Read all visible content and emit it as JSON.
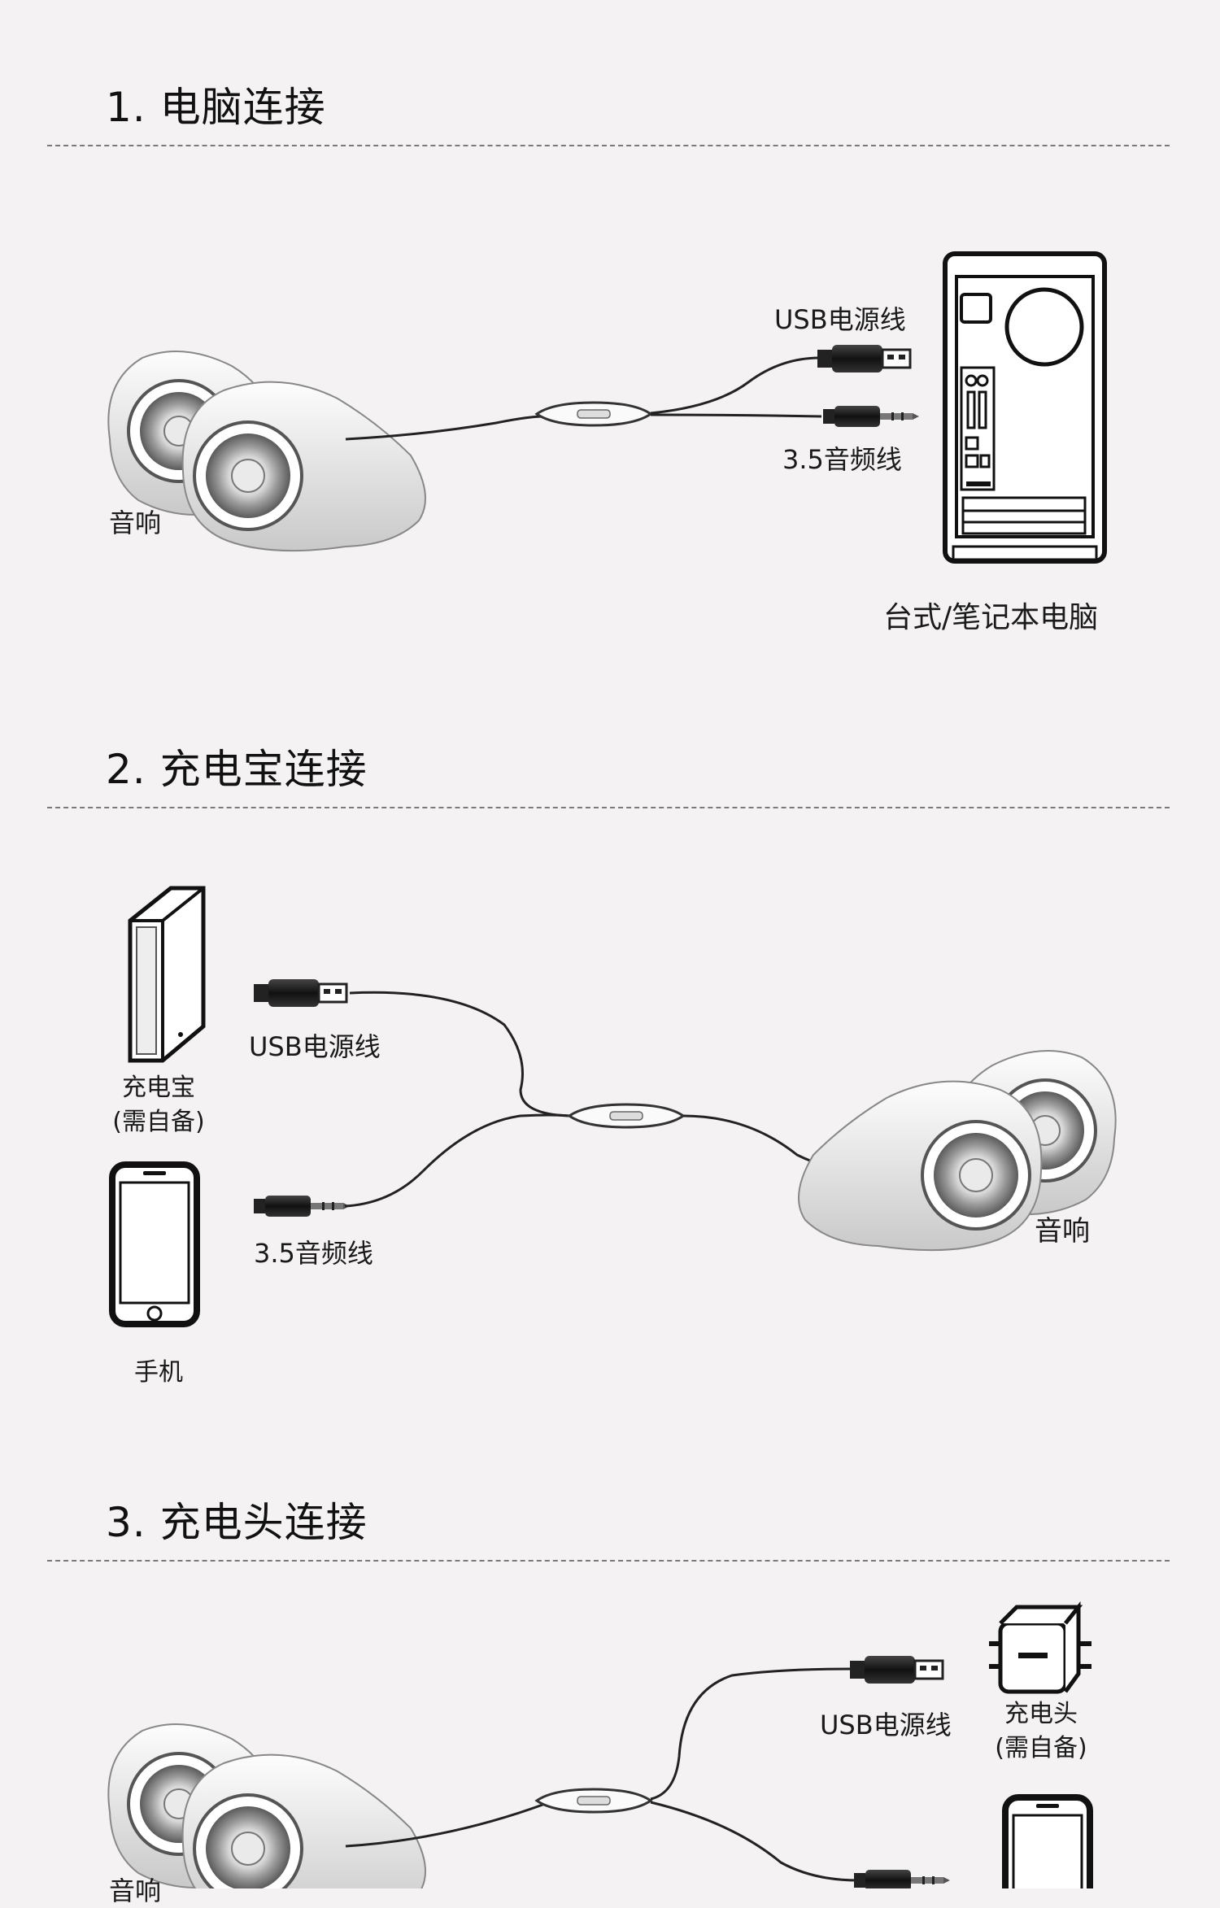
{
  "sections": [
    {
      "title": "1. 电脑连接",
      "labels": {
        "speaker": "音响",
        "usb_cable": "USB电源线",
        "audio_cable": "3.5音频线",
        "computer": "台式/笔记本电脑"
      }
    },
    {
      "title": "2. 充电宝连接",
      "labels": {
        "power_bank": "充电宝",
        "power_bank_note": "(需自备)",
        "usb_cable": "USB电源线",
        "audio_cable": "3.5音频线",
        "phone": "手机",
        "speaker": "音响"
      }
    },
    {
      "title": "3. 充电头连接",
      "labels": {
        "usb_cable": "USB电源线",
        "charger": "充电头",
        "charger_note": "(需自备)",
        "speaker": "音响"
      }
    }
  ]
}
